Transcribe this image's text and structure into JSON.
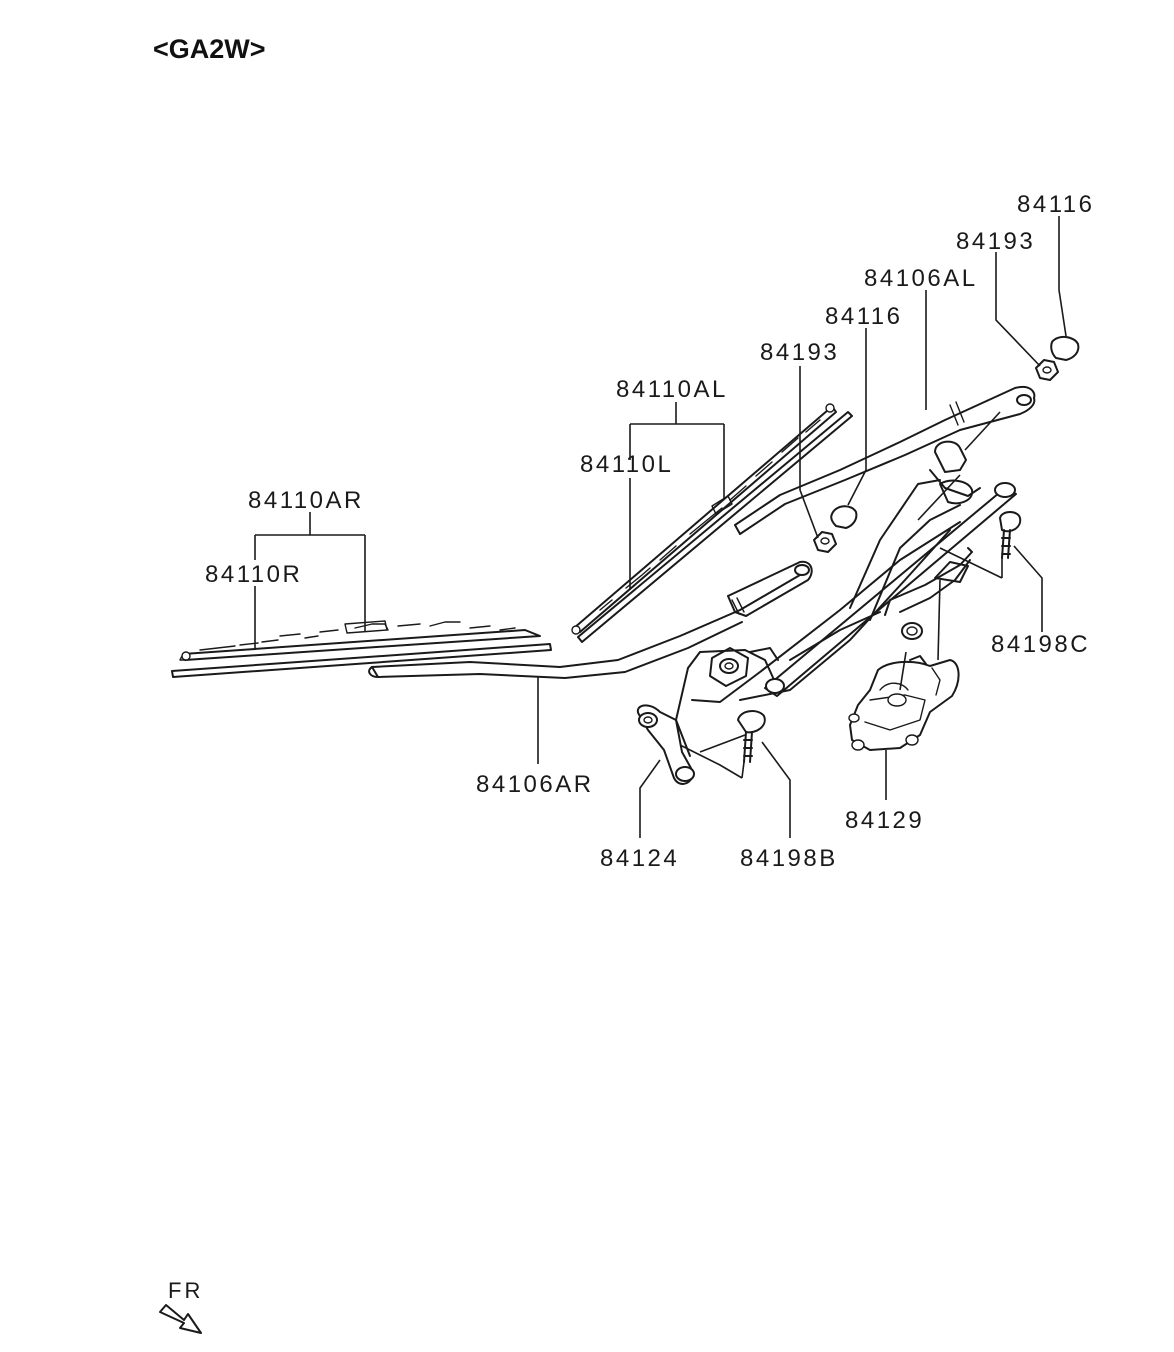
{
  "model_code": "<GA2W>",
  "orientation": {
    "label": "FR",
    "arrow_icon": "front-direction-arrow-icon"
  },
  "callouts": {
    "c84116_top": "84116",
    "c84193_top": "84193",
    "c84106AL": "84106AL",
    "c84116_mid": "84116",
    "c84193_mid": "84193",
    "c84110AL": "84110AL",
    "c84110L": "84110L",
    "c84110AR": "84110AR",
    "c84110R": "84110R",
    "c84106AR": "84106AR",
    "c84198C": "84198C",
    "c84129": "84129",
    "c84124": "84124",
    "c84198B": "84198B"
  },
  "colors": {
    "line": "#1a1a1a",
    "background": "#ffffff"
  }
}
